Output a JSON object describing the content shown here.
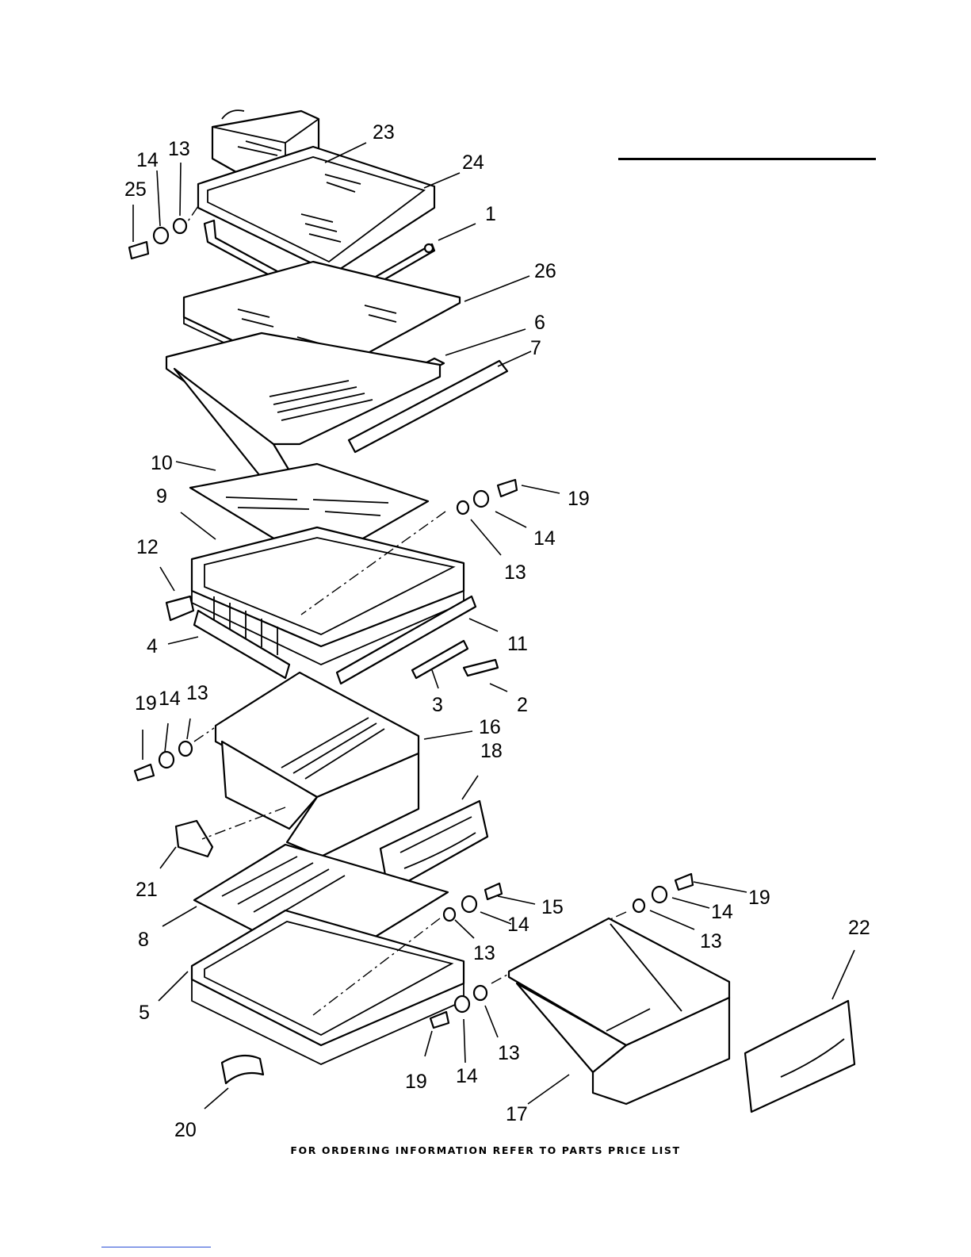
{
  "footer": {
    "text": "FOR ORDERING INFORMATION REFER TO PARTS PRICE LIST"
  },
  "callouts": [
    {
      "id": "c23",
      "text": "23"
    },
    {
      "id": "c24",
      "text": "24"
    },
    {
      "id": "c1",
      "text": "1"
    },
    {
      "id": "c13a",
      "text": "13"
    },
    {
      "id": "c14a",
      "text": "14"
    },
    {
      "id": "c25",
      "text": "25"
    },
    {
      "id": "c26",
      "text": "26"
    },
    {
      "id": "c6",
      "text": "6"
    },
    {
      "id": "c7",
      "text": "7"
    },
    {
      "id": "c10",
      "text": "10"
    },
    {
      "id": "c9",
      "text": "9"
    },
    {
      "id": "c19a",
      "text": "19"
    },
    {
      "id": "c14b",
      "text": "14"
    },
    {
      "id": "c13b",
      "text": "13"
    },
    {
      "id": "c12",
      "text": "12"
    },
    {
      "id": "c4",
      "text": "4"
    },
    {
      "id": "c11",
      "text": "11"
    },
    {
      "id": "c3",
      "text": "3"
    },
    {
      "id": "c2",
      "text": "2"
    },
    {
      "id": "c19b",
      "text": "19"
    },
    {
      "id": "c14c",
      "text": "14"
    },
    {
      "id": "c13c",
      "text": "13"
    },
    {
      "id": "c16",
      "text": "16"
    },
    {
      "id": "c18",
      "text": "18"
    },
    {
      "id": "c21",
      "text": "21"
    },
    {
      "id": "c8",
      "text": "8"
    },
    {
      "id": "c15",
      "text": "15"
    },
    {
      "id": "c14d",
      "text": "14"
    },
    {
      "id": "c13d",
      "text": "13"
    },
    {
      "id": "c19c",
      "text": "19"
    },
    {
      "id": "c14e",
      "text": "14"
    },
    {
      "id": "c13e",
      "text": "13"
    },
    {
      "id": "c22",
      "text": "22"
    },
    {
      "id": "c5",
      "text": "5"
    },
    {
      "id": "c19d",
      "text": "19"
    },
    {
      "id": "c14f",
      "text": "14"
    },
    {
      "id": "c13f",
      "text": "13"
    },
    {
      "id": "c17",
      "text": "17"
    },
    {
      "id": "c20",
      "text": "20"
    }
  ]
}
